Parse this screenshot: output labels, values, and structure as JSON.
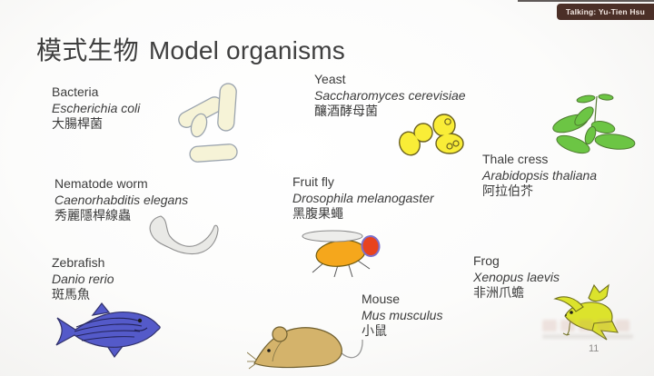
{
  "badge": {
    "label": "Talking: Yu-Tien Hsu"
  },
  "title": {
    "zh": "模式生物",
    "en": "Model organisms"
  },
  "organisms": [
    {
      "id": "bacteria",
      "common": "Bacteria",
      "latin": "Escherichia coli",
      "zh": "大腸桿菌"
    },
    {
      "id": "yeast",
      "common": "Yeast",
      "latin": "Saccharomyces cerevisiae",
      "zh": "釀酒酵母菌"
    },
    {
      "id": "thale-cress",
      "common": "Thale cress",
      "latin": "Arabidopsis thaliana",
      "zh": "阿拉伯芥"
    },
    {
      "id": "nematode",
      "common": "Nematode worm",
      "latin": "Caenorhabditis elegans",
      "zh": "秀麗隱桿線蟲"
    },
    {
      "id": "fruit-fly",
      "common": "Fruit fly",
      "latin": "Drosophila melanogaster",
      "zh": "黑腹果蠅"
    },
    {
      "id": "zebrafish",
      "common": "Zebrafish",
      "latin": "Danio rerio",
      "zh": "斑馬魚"
    },
    {
      "id": "mouse",
      "common": "Mouse",
      "latin": "Mus musculus",
      "zh": "小鼠"
    },
    {
      "id": "frog",
      "common": "Frog",
      "latin": "Xenopus laevis",
      "zh": "非洲爪蟾"
    }
  ],
  "page_number": "11",
  "colors": {
    "badge-bg": "#4b2f27",
    "badge-text": "#f2e7e2",
    "title-text": "#3f3f3f",
    "body-text": "#3c3c3c",
    "page-number": "#8f8d8a",
    "bacteria": "#f6f3d7",
    "yeast": "#f9ed37",
    "thale-cress": "#6cc544",
    "nematode": "#e9e9e6",
    "fruit-fly-body": "#f5a71c",
    "fruit-fly-eye": "#e8431f",
    "fruit-fly-wing": "#ededeb",
    "zebrafish": "#545ac9",
    "mouse": "#d4b36b",
    "frog": "#dce32c"
  }
}
